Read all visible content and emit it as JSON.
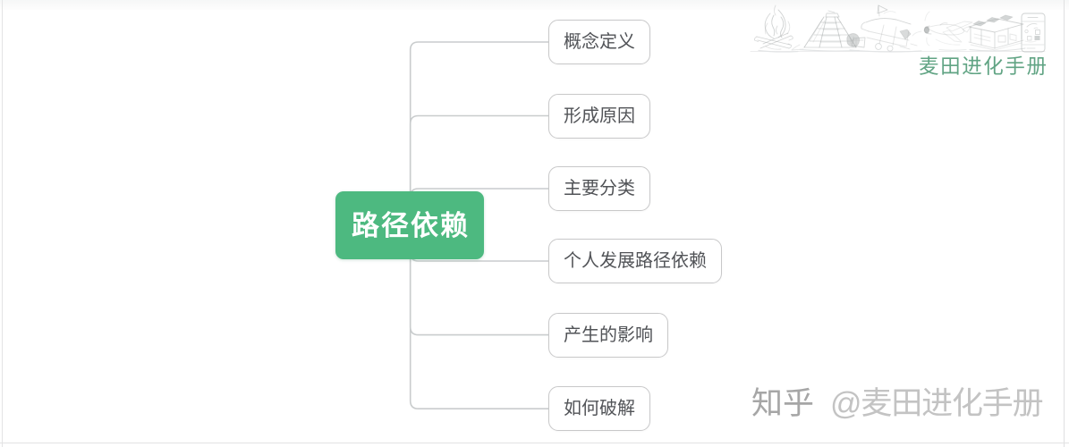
{
  "page": {
    "background": "#ffffff",
    "frame_color": "#e2e2e3"
  },
  "mindmap": {
    "root": {
      "label": "路径依赖",
      "fill_color": "#4db980",
      "text_color": "#ffffff"
    },
    "children": [
      {
        "label": "概念定义"
      },
      {
        "label": "形成原因"
      },
      {
        "label": "主要分类"
      },
      {
        "label": "个人发展路径依赖"
      },
      {
        "label": "产生的影响"
      },
      {
        "label": "如何破解"
      }
    ],
    "connector_color": "#c9cccd",
    "node_border_color": "#c7c7c8",
    "node_text_color": "#515357"
  },
  "header": {
    "brand": "麦田进化手册",
    "brand_color": "#61a484",
    "sketches": [
      "campfire",
      "step-pyramid",
      "steam-train",
      "airplane",
      "factory",
      "smartphone"
    ]
  },
  "watermark": {
    "site": "知乎",
    "handle": "@麦田进化手册"
  }
}
